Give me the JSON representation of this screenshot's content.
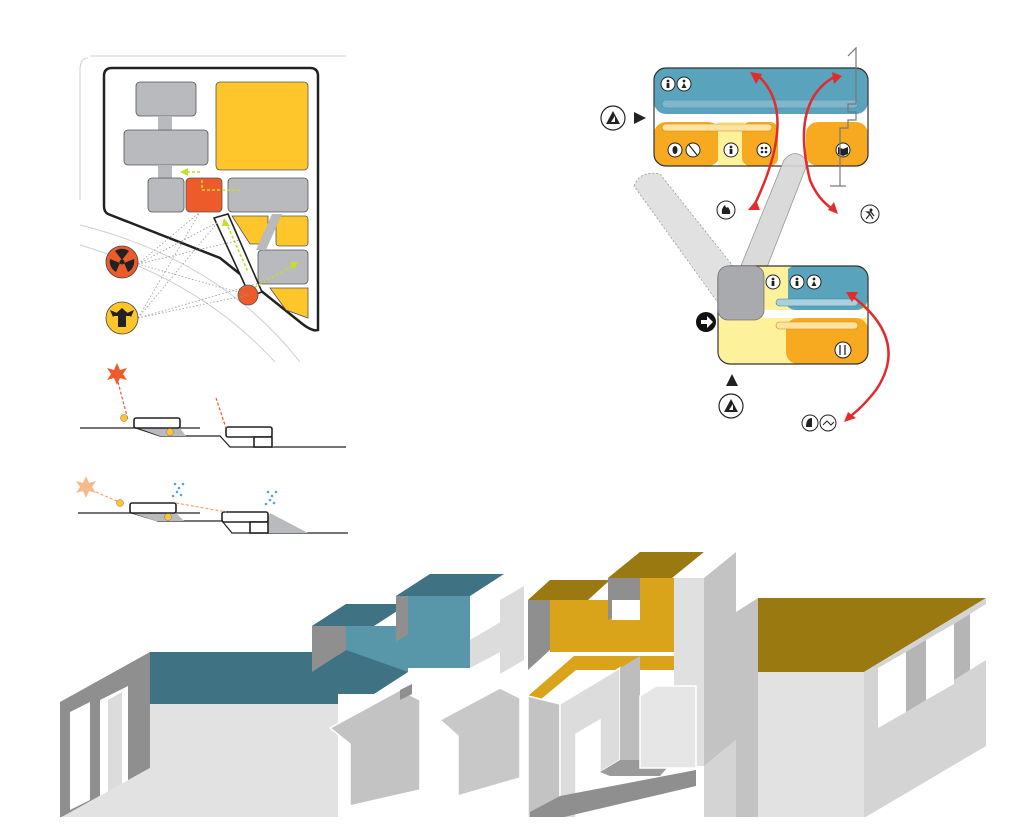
{
  "colors": {
    "background": "#ffffff",
    "zone_gray": "#b9babd",
    "zone_gray_light": "#d9dadc",
    "zone_yellow": "#fec62b",
    "zone_orange": "#f7aa20",
    "zone_red": "#ee5b2b",
    "zone_pale_yellow": "#fdf29b",
    "zone_blue": "#5aa3bd",
    "arrow_red": "#e32b2b",
    "path_green": "#c8dc2a",
    "iso_teal_dark": "#3f7282",
    "iso_teal": "#5896a9",
    "iso_gold": "#d9a31a",
    "iso_gold_dark": "#9a7a10",
    "iso_wall_light": "#dcdcdc",
    "iso_wall_mid": "#c3c3c3",
    "iso_wall_dark": "#8f8f8f"
  },
  "icons": [
    "radiation-icon",
    "emergency-shelter-icon",
    "sun-icon",
    "smiley-icon",
    "rain-icon",
    "restroom-icon",
    "exit-arrow-icon",
    "warning-triangle-icon",
    "dining-icon",
    "fire-icon",
    "running-person-icon"
  ],
  "flow_diagram": {
    "upper_block": {
      "zones": [
        "blue-band",
        "orange-left",
        "pale-center",
        "orange-right"
      ]
    },
    "lower_block": {
      "zones": [
        "pale-left",
        "blue-right",
        "orange-bottom"
      ]
    }
  }
}
